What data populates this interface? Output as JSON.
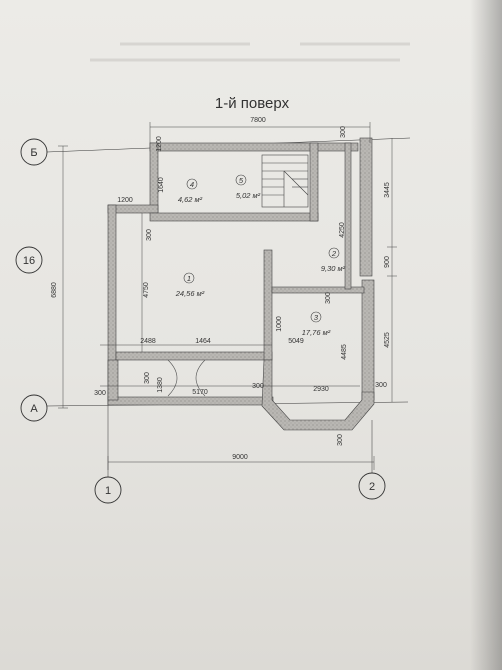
{
  "title": "1-й поверх",
  "axes": {
    "top_row": "Б",
    "bottom_row": "А",
    "left_col": "1",
    "right_col": "2",
    "side_mark": "16"
  },
  "dimensions": {
    "top_overall": "7800",
    "bottom_overall": "9000",
    "left_overall": "6880",
    "top_left_offset": "1200",
    "right_top_seg": "3445",
    "right_mid_seg": "900",
    "right_low_seg": "4525",
    "bottom_right_thk": "300",
    "bottom_left_thk": "300",
    "top_wall_thk": "300",
    "top_left_wall": "1200",
    "left_inner_h": "4750",
    "room4_h": "1640",
    "room4_wall": "300",
    "room1_w": "2488",
    "door_w": "1464",
    "mid_wall": "300",
    "lower_h": "1380",
    "lower_w": "5170",
    "lower_wall": "300",
    "right_room_w": "2930",
    "room3_w": "5049",
    "corridor_h": "1000",
    "room2_h": "4250",
    "room3_h": "4485",
    "room3_wall": "300",
    "bay_thk": "300",
    "bay_bottom": "300"
  },
  "rooms": [
    {
      "number": "1",
      "area": "24,56 м²"
    },
    {
      "number": "2",
      "area": "9,30 м²"
    },
    {
      "number": "3",
      "area": "17,76 м²"
    },
    {
      "number": "4",
      "area": "4,62 м²"
    },
    {
      "number": "5",
      "area": "5,02 м²"
    }
  ],
  "colors": {
    "ink": "#333333",
    "wall_fill": "#b9b7b3",
    "paper": "#e8e7e3"
  }
}
